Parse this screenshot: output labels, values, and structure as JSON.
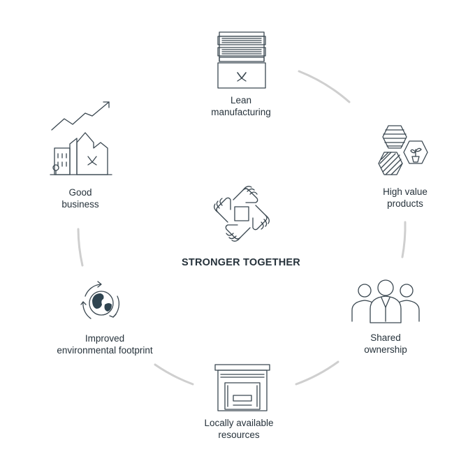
{
  "center": {
    "title": "STRONGER TOGETHER",
    "icon": "joined-hands-icon"
  },
  "nodes": [
    {
      "key": "lean",
      "line1": "Lean",
      "line2": "manufacturing",
      "icon": "factory-rack-icon"
    },
    {
      "key": "high_value",
      "line1": "High value",
      "line2": "products",
      "icon": "hexagon-products-icon"
    },
    {
      "key": "shared",
      "line1": "Shared",
      "line2": "ownership",
      "icon": "people-group-icon"
    },
    {
      "key": "local",
      "line1": "Locally available",
      "line2": "resources",
      "icon": "storefront-icon"
    },
    {
      "key": "environment",
      "line1": "Improved",
      "line2": "environmental footprint",
      "icon": "recycle-globe-icon"
    },
    {
      "key": "business",
      "line1": "Good",
      "line2": "business",
      "icon": "growth-buildings-icon"
    }
  ],
  "colors": {
    "arc": "#cfcfcf",
    "text": "#26323b",
    "icon_stroke": "#3a4750",
    "icon_dark": "#2f4450"
  }
}
